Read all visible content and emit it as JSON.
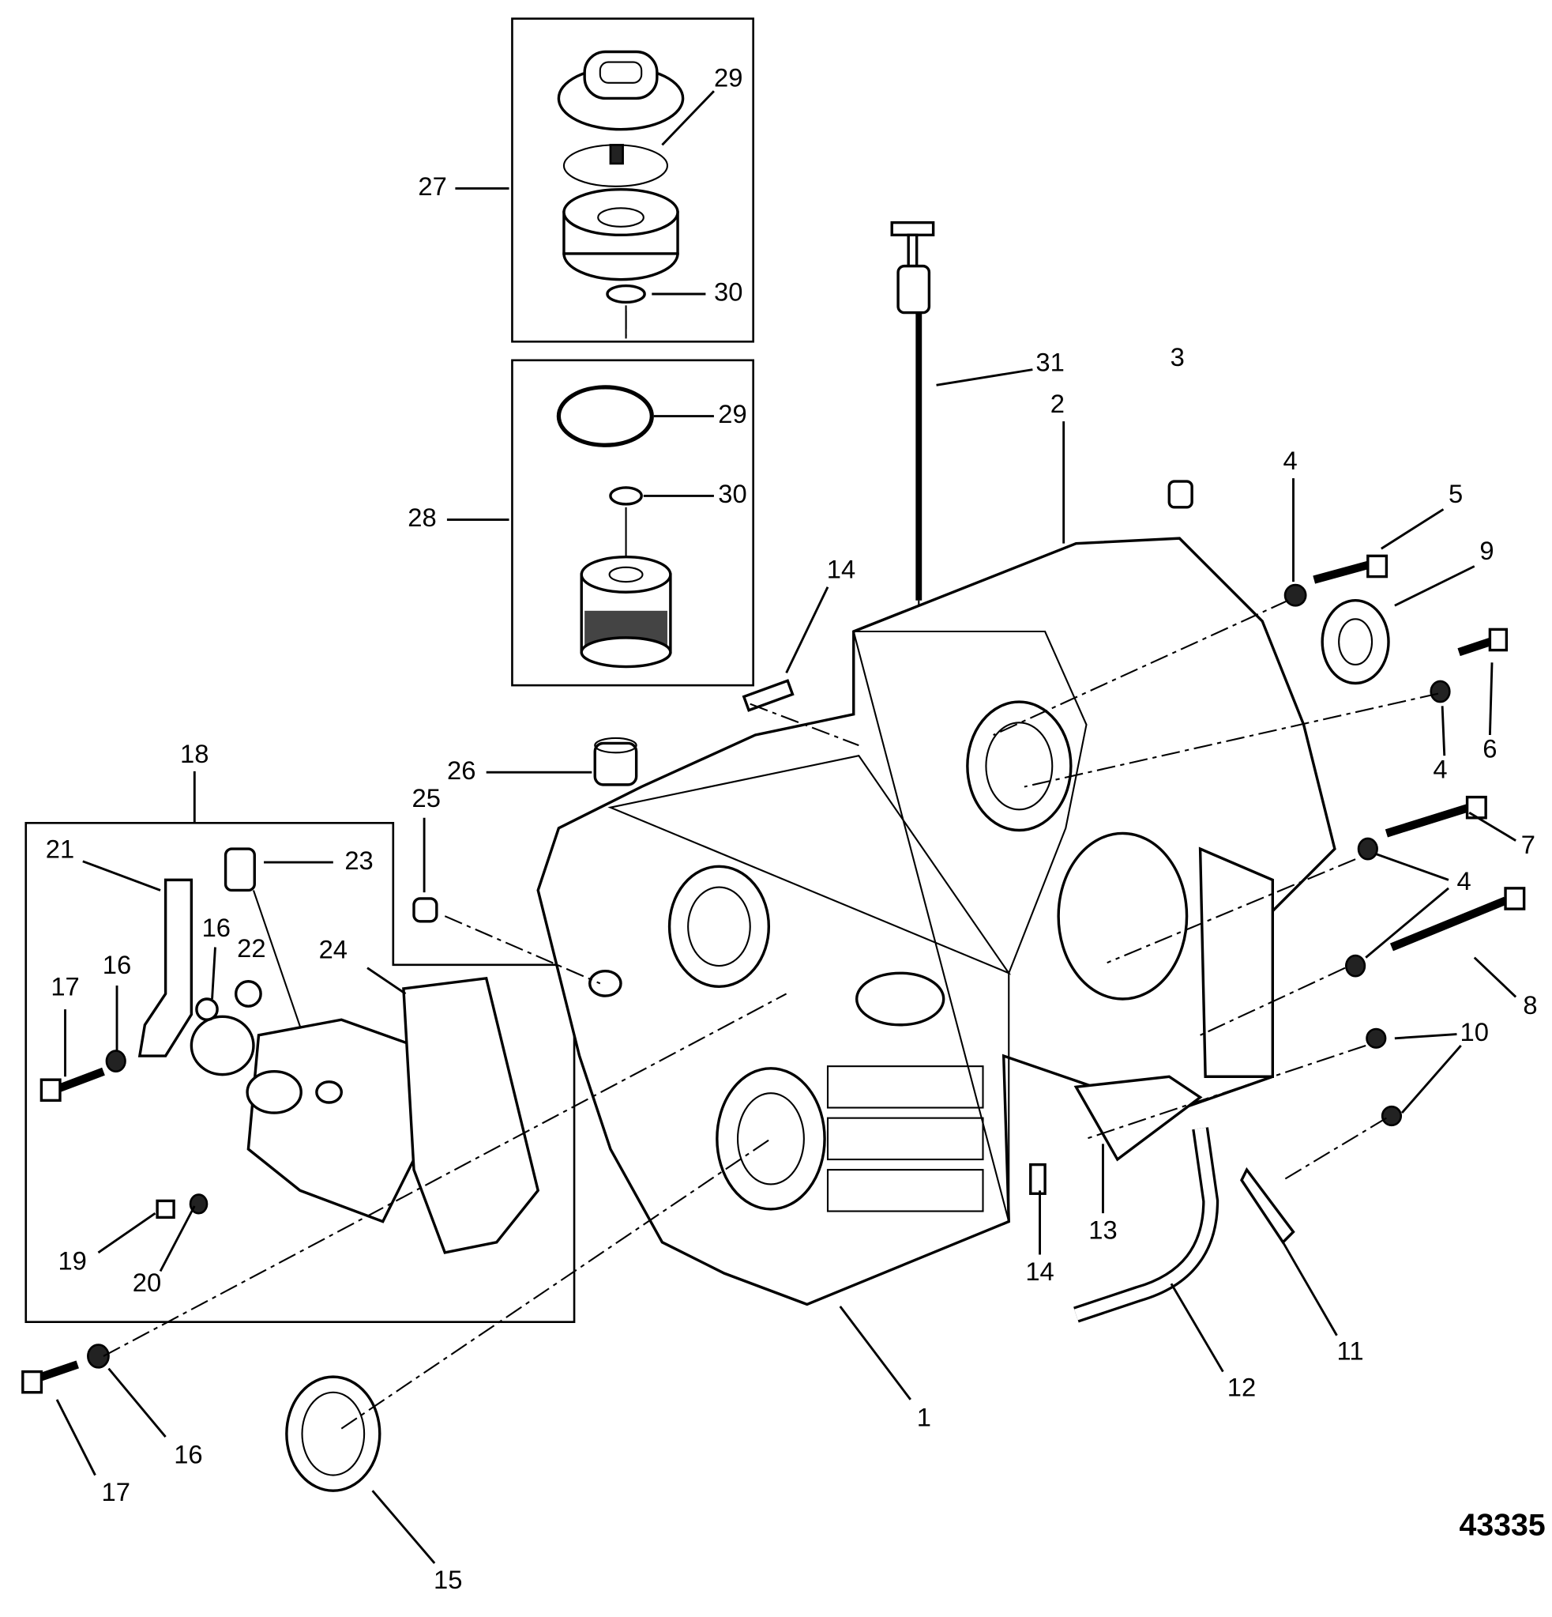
{
  "figure_number": "43335",
  "callouts": [
    "29",
    "27",
    "30",
    "29",
    "28",
    "30",
    "31",
    "3",
    "2",
    "4",
    "5",
    "9",
    "14",
    "4",
    "6",
    "26",
    "25",
    "18",
    "7",
    "4",
    "8",
    "21",
    "23",
    "16",
    "22",
    "17",
    "16",
    "24",
    "10",
    "13",
    "14",
    "19",
    "20",
    "12",
    "11",
    "1",
    "16",
    "17",
    "15"
  ]
}
